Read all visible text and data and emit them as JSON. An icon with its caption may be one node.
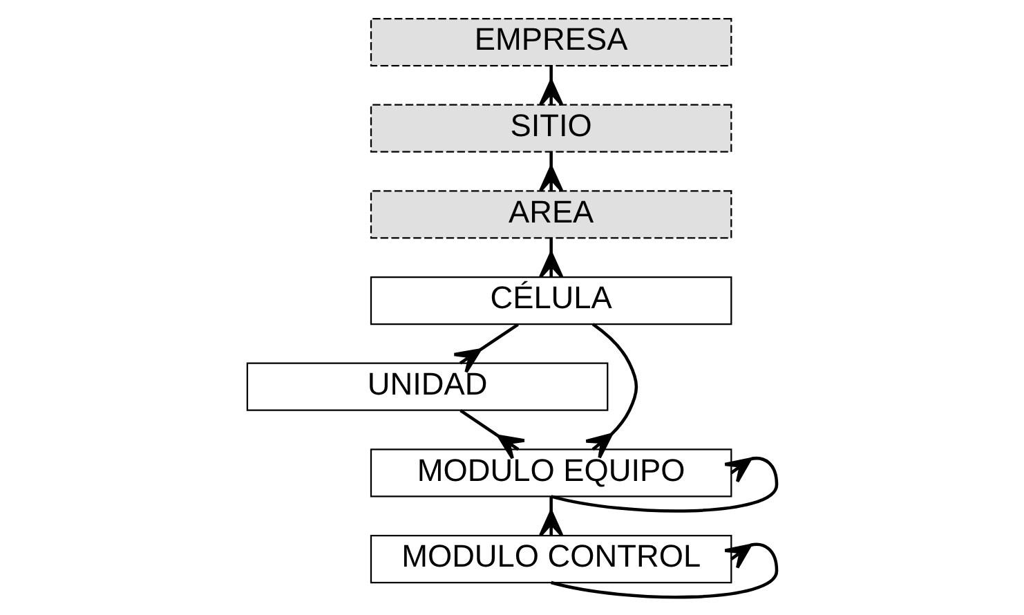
{
  "diagram": {
    "nodes": [
      {
        "text": [
          "EMPRESA"
        ]
      },
      {
        "text": [
          "SITIO"
        ]
      },
      {
        "text": [
          "AREA"
        ]
      },
      {
        "text": [
          "CÉLULA"
        ]
      },
      {
        "text": [
          "UNIDAD"
        ]
      },
      {
        "text": [
          "MODULO EQUIPO"
        ]
      },
      {
        "text": [
          "MODULO CONTROL"
        ]
      }
    ],
    "edges": [
      {
        "from": 0,
        "to": 1,
        "arrow": "other"
      },
      {
        "from": 1,
        "to": 2,
        "arrow": "other"
      },
      {
        "from": 2,
        "to": 3,
        "arrow": "other"
      },
      {
        "from": 3,
        "to": 4,
        "arrow": "other"
      },
      {
        "from": 3,
        "to": 5,
        "arrow": "other"
      },
      {
        "from": 4,
        "to": 5,
        "arrow": "other"
      },
      {
        "from": 5,
        "to": 5,
        "arrow": "other"
      },
      {
        "from": 5,
        "to": 6,
        "arrow": "other"
      },
      {
        "from": 6,
        "to": 6,
        "arrow": "other"
      }
    ]
  }
}
